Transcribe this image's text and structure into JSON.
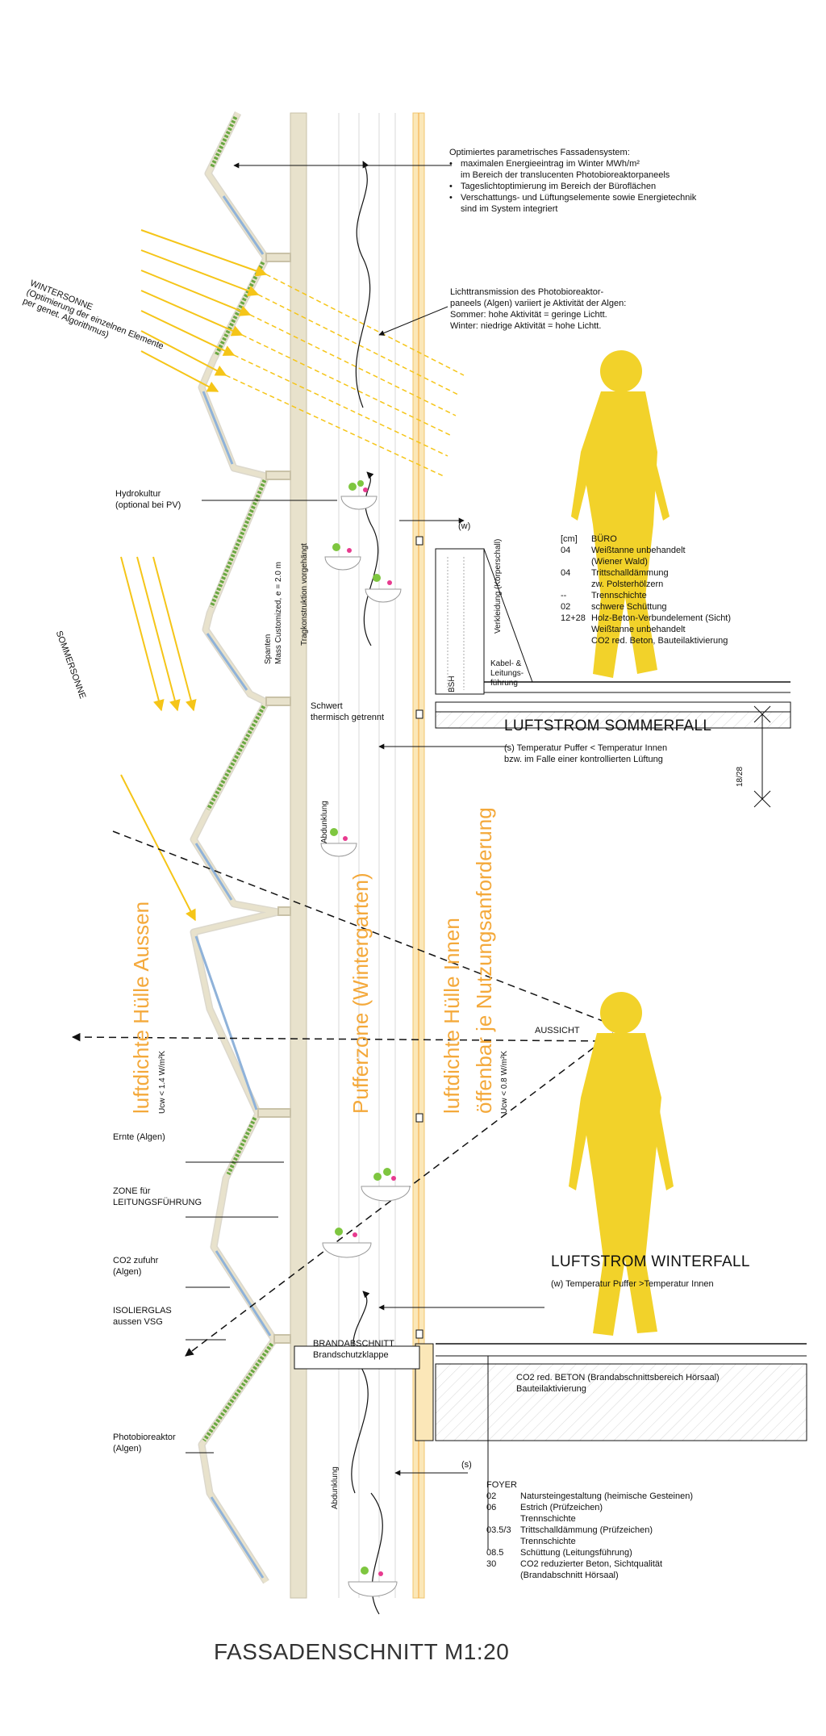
{
  "colors": {
    "facade": "#e8e2cc",
    "facade_stroke": "#b9b29a",
    "algae": "#6aa842",
    "yellow": "#f2d22a",
    "sun": "#f5c518",
    "orange": "#f4a93b",
    "glass": "#8fb2d9",
    "flower_green": "#7ec63f",
    "flower_pink": "#e83a8f"
  },
  "title": "FASSADENSCHNITT M1:20",
  "top_note": {
    "heading": "Optimiertes parametrisches Fassadensystem:",
    "bullets": [
      "maximalen Energieeintrag im Winter MWh/m²",
      "Tageslichtoptimierung im Bereich der Büroflächen",
      "Verschattungs- und Lüftungselemente sowie Energietechnik"
    ],
    "bullet1_cont": "im Bereich der translucenten Photobioreaktorpaneels",
    "bullet3_cont": "sind im System integriert"
  },
  "light_note": {
    "line1": "Lichttransmission des Photobioreaktor-",
    "line2": "paneels (Algen) variiert je Aktivität der Algen:",
    "line3": "Sommer: hohe Aktivität = geringe Lichtt.",
    "line4": "Winter: niedrige Aktivität = hohe Lichtt."
  },
  "wintersonne": {
    "line1": "WINTERSONNE",
    "line2": "(Optimierung der einzelnen Elemente",
    "line3": "per genet. Algorithmus)"
  },
  "sommersonne": "SOMMERSONNE",
  "labels": {
    "hydrokultur": "Hydrokultur",
    "hydrokultur_sub": "(optional bei PV)",
    "spanten": "Spanten",
    "mass": "Mass Customized, e = 2.0 m",
    "tragkonstruktion": "Tragkonstruktion vorgehängt",
    "schwert": "Schwert",
    "thermisch": "thermisch getrennt",
    "abdunklung1": "Abdunklung",
    "abdunklung2": "Abdunklung",
    "w1": "(w)",
    "s1": "(s)",
    "verkleidung": "Verkleidung (Körperschall)",
    "bsh": "BSH",
    "kabel1": "Kabel- &",
    "kabel2": "Leitungs-",
    "kabel3": "führung",
    "ernte": "Ernte (Algen)",
    "zone1": "ZONE für",
    "zone2": "LEITUNGSFÜHRUNG",
    "co2_1": "CO2 zufuhr",
    "co2_2": "(Algen)",
    "iso1": "ISOLIERGLAS",
    "iso2": "aussen VSG",
    "photo1": "Photobioreaktor",
    "photo2": "(Algen)",
    "brand1": "BRANDABSCHNITT",
    "brand2": "Brandschutzklappe",
    "aussicht": "AUSSICHT",
    "dim_18_28": "18/28",
    "ucw_out": "Ucw < 1.4 W/m²K",
    "ucw_in": "Ucw < 0.8 W/m²K"
  },
  "orange_labels": {
    "huelle_aussen": "luftdichte Hülle Aussen",
    "pufferzone": "Pufferzone (Wintergarten)",
    "huelle_innen1": "luftdichte Hülle Innen",
    "huelle_innen2": "öffenbar je Nutzungsanforderung"
  },
  "buero": {
    "unit": "[cm]",
    "title": "BÜRO",
    "rows": [
      {
        "n": "04",
        "t": "Weißtanne unbehandelt"
      },
      {
        "n": "",
        "t": "(Wiener Wald)"
      },
      {
        "n": "04",
        "t": "Trittschalldämmung"
      },
      {
        "n": "",
        "t": "zw. Polsterhölzern"
      },
      {
        "n": "--",
        "t": "Trennschichte"
      },
      {
        "n": "02",
        "t": " schwere Schüttung"
      },
      {
        "n": "12+28",
        "t": "Holz-Beton-Verbundelement (Sicht)"
      },
      {
        "n": "",
        "t": "Weißtanne unbehandelt"
      },
      {
        "n": "",
        "t": "CO2 red. Beton, Bauteilaktivierung"
      }
    ]
  },
  "sommerfall": {
    "title": "LUFTSTROM SOMMERFALL",
    "line1": "(s) Temperatur Puffer < Temperatur Innen",
    "line2": "bzw. im Falle einer kontrollierten Lüftung"
  },
  "winterfall": {
    "title": "LUFTSTROM WINTERFALL",
    "line1": "(w) Temperatur Puffer >Temperatur Innen"
  },
  "beton": {
    "line1": "CO2 red. BETON (Brandabschnittsbereich Hörsaal)",
    "line2": "Bauteilaktivierung"
  },
  "foyer": {
    "title": "FOYER",
    "rows": [
      {
        "n": "02",
        "t": "Natursteingestaltung (heimische Gesteinen)"
      },
      {
        "n": "06",
        "t": "Estrich (Prüfzeichen)"
      },
      {
        "n": "",
        "t": "Trennschichte"
      },
      {
        "n": "03.5/3",
        "t": "Trittschalldämmung (Prüfzeichen)"
      },
      {
        "n": "",
        "t": "Trennschichte"
      },
      {
        "n": "08.5",
        "t": "Schüttung (Leitungsführung)"
      },
      {
        "n": "30",
        "t": "CO2 reduzierter Beton, Sichtqualität"
      },
      {
        "n": "",
        "t": "(Brandabschnitt Hörsaal)"
      }
    ]
  }
}
